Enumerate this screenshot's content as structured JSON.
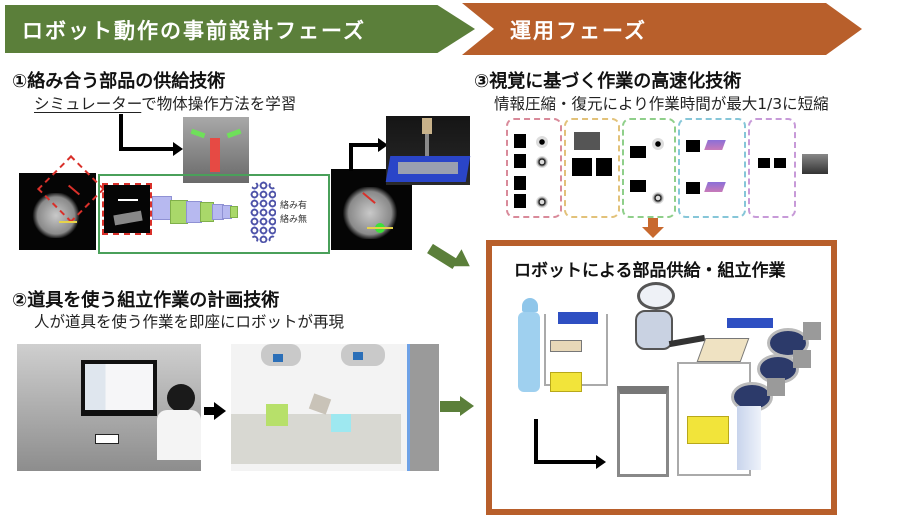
{
  "banners": {
    "design_phase": "ロボット動作の事前設計フェーズ",
    "operation_phase": "運用フェーズ"
  },
  "section1": {
    "title": "①絡み合う部品の供給技術",
    "subtitle_underlined": "シミュレーター",
    "subtitle_rest": "で物体操作方法を学習",
    "nn_outputs": [
      "絡み有",
      "絡み無"
    ]
  },
  "section2": {
    "title": "②道具を使う組立作業の計画技術",
    "subtitle": "人が道具を使う作業を即座にロボットが再現"
  },
  "section3": {
    "title": "③視覚に基づく作業の高速化技術",
    "subtitle": "情報圧縮・復元により作業時間が最大1/3に短縮",
    "pipeline_stages": 5
  },
  "operation_box": {
    "title": "ロボットによる部品供給・組立作業"
  },
  "colors": {
    "design_green": "#5b7f3a",
    "operation_orange": "#b85f2b",
    "nn_box_green": "#4aa05a",
    "highlight_red": "#d9302a"
  }
}
